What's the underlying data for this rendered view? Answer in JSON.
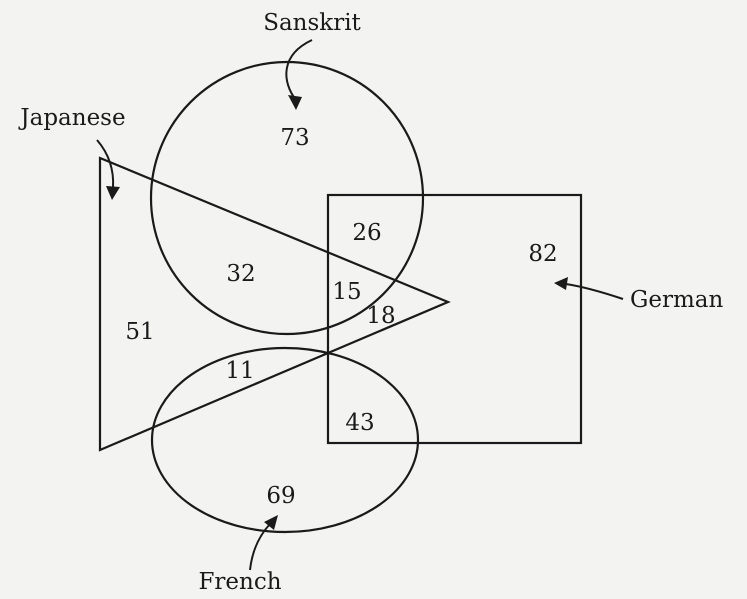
{
  "sets": {
    "sanskrit": {
      "label": "Sanskrit"
    },
    "japanese": {
      "label": "Japanese"
    },
    "german": {
      "label": "German"
    },
    "french": {
      "label": "French"
    }
  },
  "regions": {
    "sanskrit_only": "73",
    "sanskrit_german": "26",
    "german_only": "82",
    "sanskrit_japanese": "32",
    "sanskrit_japanese_german": "15",
    "japanese_german": "18",
    "japanese_only": "51",
    "japanese_french": "11",
    "french_german": "43",
    "french_only": "69"
  },
  "colors": {
    "ink": "#1a1a1a",
    "paper": "#f3f3f1"
  }
}
